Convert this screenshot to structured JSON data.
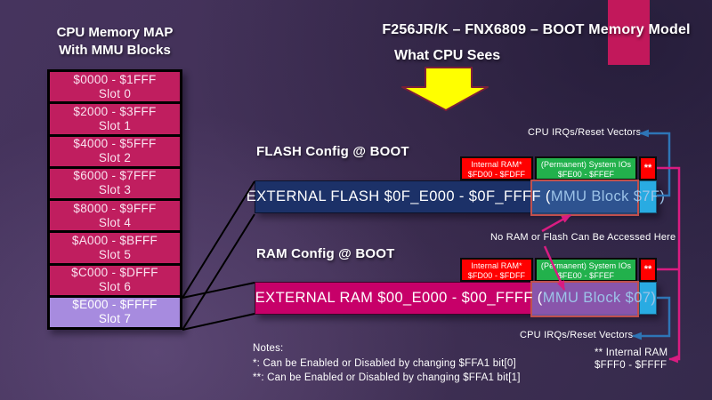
{
  "slide_title": "F256JR/K – FNX6809 – BOOT Memory Model",
  "subtitle": "What CPU Sees",
  "memory_map": {
    "title_line1": "CPU Memory MAP",
    "title_line2": "With MMU Blocks",
    "slots": [
      {
        "range": "$0000 - $1FFF",
        "label": "Slot 0"
      },
      {
        "range": "$2000 - $3FFF",
        "label": "Slot 1"
      },
      {
        "range": "$4000 - $5FFF",
        "label": "Slot 2"
      },
      {
        "range": "$6000 - $7FFF",
        "label": "Slot 3"
      },
      {
        "range": "$8000 - $9FFF",
        "label": "Slot 4"
      },
      {
        "range": "$A000 - $BFFF",
        "label": "Slot 5"
      },
      {
        "range": "$C000 - $DFFF",
        "label": "Slot 6"
      },
      {
        "range": "$E000 - $FFFF",
        "label": "Slot 7"
      }
    ]
  },
  "flash": {
    "heading": "FLASH Config @ BOOT",
    "bar_text": "EXTERNAL FLASH $0F_E000 - $0F_FFFF (",
    "bar_mmu_text": "MMU Block $7F)",
    "internal_ram": {
      "line1": "Internal RAM*",
      "line2": "$FD00 - $FDFF"
    },
    "system_ios": {
      "line1": "(Permanent) System IOs",
      "line2": "$FE00 - $FFEF"
    },
    "double_star": "**",
    "vectors_label": "CPU IRQs/Reset Vectors"
  },
  "ram": {
    "heading": "RAM Config @ BOOT",
    "bar_text": "EXTERNAL RAM $00_E000 - $00_FFFF (",
    "bar_mmu_text": "MMU Block $07)",
    "internal_ram": {
      "line1": "Internal RAM*",
      "line2": "$FD00 - $FDFF"
    },
    "system_ios": {
      "line1": "(Permanent) System IOs",
      "line2": "$FE00 - $FFEF"
    },
    "double_star": "**",
    "vectors_label": "CPU IRQs/Reset Vectors"
  },
  "middle_note": "No RAM or Flash Can Be Accessed Here",
  "internal_ram_note": {
    "line1": "** Internal RAM",
    "line2": "$FFF0 - $FFFF"
  },
  "notes": {
    "heading": "Notes:",
    "line1": "*: Can be Enabled or Disabled by changing $FFA1 bit[0]",
    "line2": "**: Can be Enabled or Disabled by changing $FFA1 bit[1]"
  },
  "colors": {
    "slot_fill": "#C01E5F",
    "slot7_fill": "#A78BDF",
    "flash_bar": "#1C3168",
    "ram_bar": "#C70069",
    "internal_ram_box": "#FF0000",
    "system_ios_box": "#22B14C",
    "vector_block": "#29ABE2",
    "overlay_border": "#C0504D",
    "arrow_blue": "#2E75B6",
    "arrow_magenta": "#D91C81",
    "decor_bar": "#C2185B",
    "big_arrow": "#FFFF00"
  }
}
